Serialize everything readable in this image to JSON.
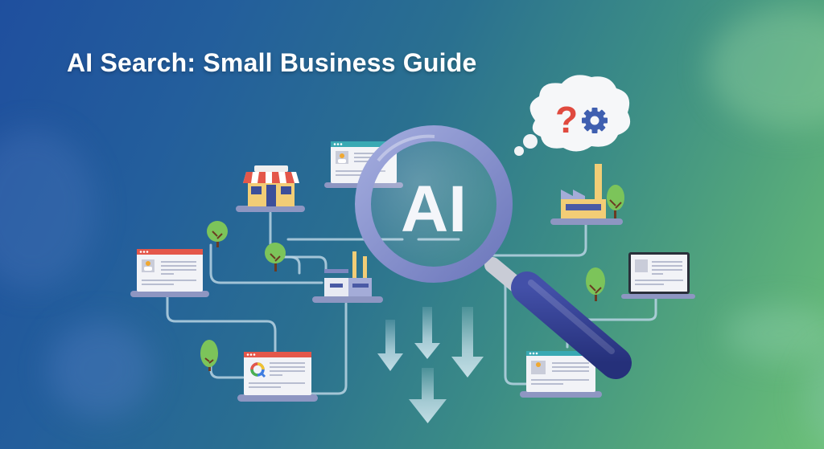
{
  "banner": {
    "title": "AI Search: Small Business Guide",
    "lens_label": "AI",
    "thought_bubble": {
      "symbol": "?",
      "icons": [
        "question-mark-icon",
        "gear-icon"
      ]
    }
  },
  "colors": {
    "bg_left": "#1f4f9e",
    "bg_right": "#6cc077",
    "title": "#ffffff",
    "magnifier_ring": "#8b96cf",
    "magnifier_handle": "#2e3a8c",
    "question_mark": "#e04a3f",
    "gear": "#3f5fb0",
    "awning_red": "#e4574a",
    "building_yellow": "#f2cd76",
    "tree_green": "#7cc45a",
    "connector": "#b9d3e3",
    "arrow": "#c5dde8"
  },
  "scene_elements": [
    {
      "name": "storefront",
      "icon": "storefront-icon"
    },
    {
      "name": "webpage-top",
      "icon": "webpage-icon"
    },
    {
      "name": "webpage-left",
      "icon": "webpage-icon"
    },
    {
      "name": "factory-small",
      "icon": "factory-icon"
    },
    {
      "name": "factory-right",
      "icon": "factory-icon"
    },
    {
      "name": "laptop",
      "icon": "laptop-icon"
    },
    {
      "name": "search-result-page",
      "icon": "search-logo-icon"
    },
    {
      "name": "webpage-bottom-right",
      "icon": "webpage-icon"
    },
    {
      "name": "down-arrows",
      "icon": "arrow-down-icon"
    }
  ]
}
